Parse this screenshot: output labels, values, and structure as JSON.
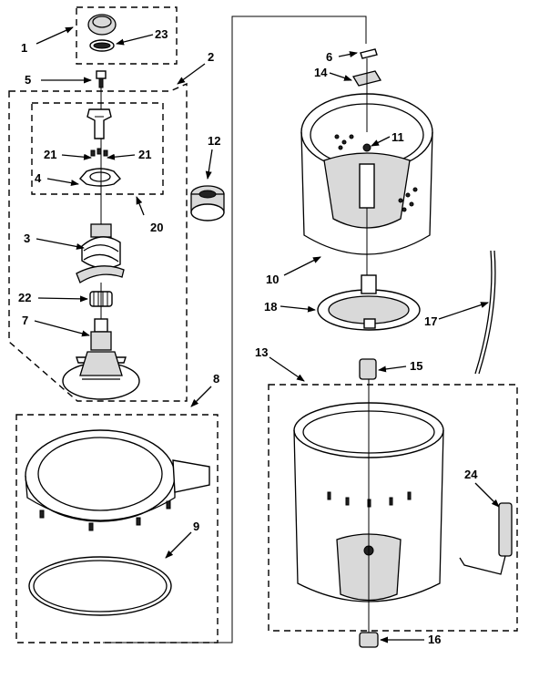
{
  "callouts": {
    "c1": "1",
    "c2": "2",
    "c3": "3",
    "c4": "4",
    "c5": "5",
    "c6": "6",
    "c7": "7",
    "c8": "8",
    "c9": "9",
    "c10": "10",
    "c11": "11",
    "c12": "12",
    "c13": "13",
    "c14": "14",
    "c15": "15",
    "c16": "16",
    "c17": "17",
    "c18": "18",
    "c20": "20",
    "c21a": "21",
    "c21b": "21",
    "c22": "22",
    "c23": "23",
    "c24": "24"
  }
}
